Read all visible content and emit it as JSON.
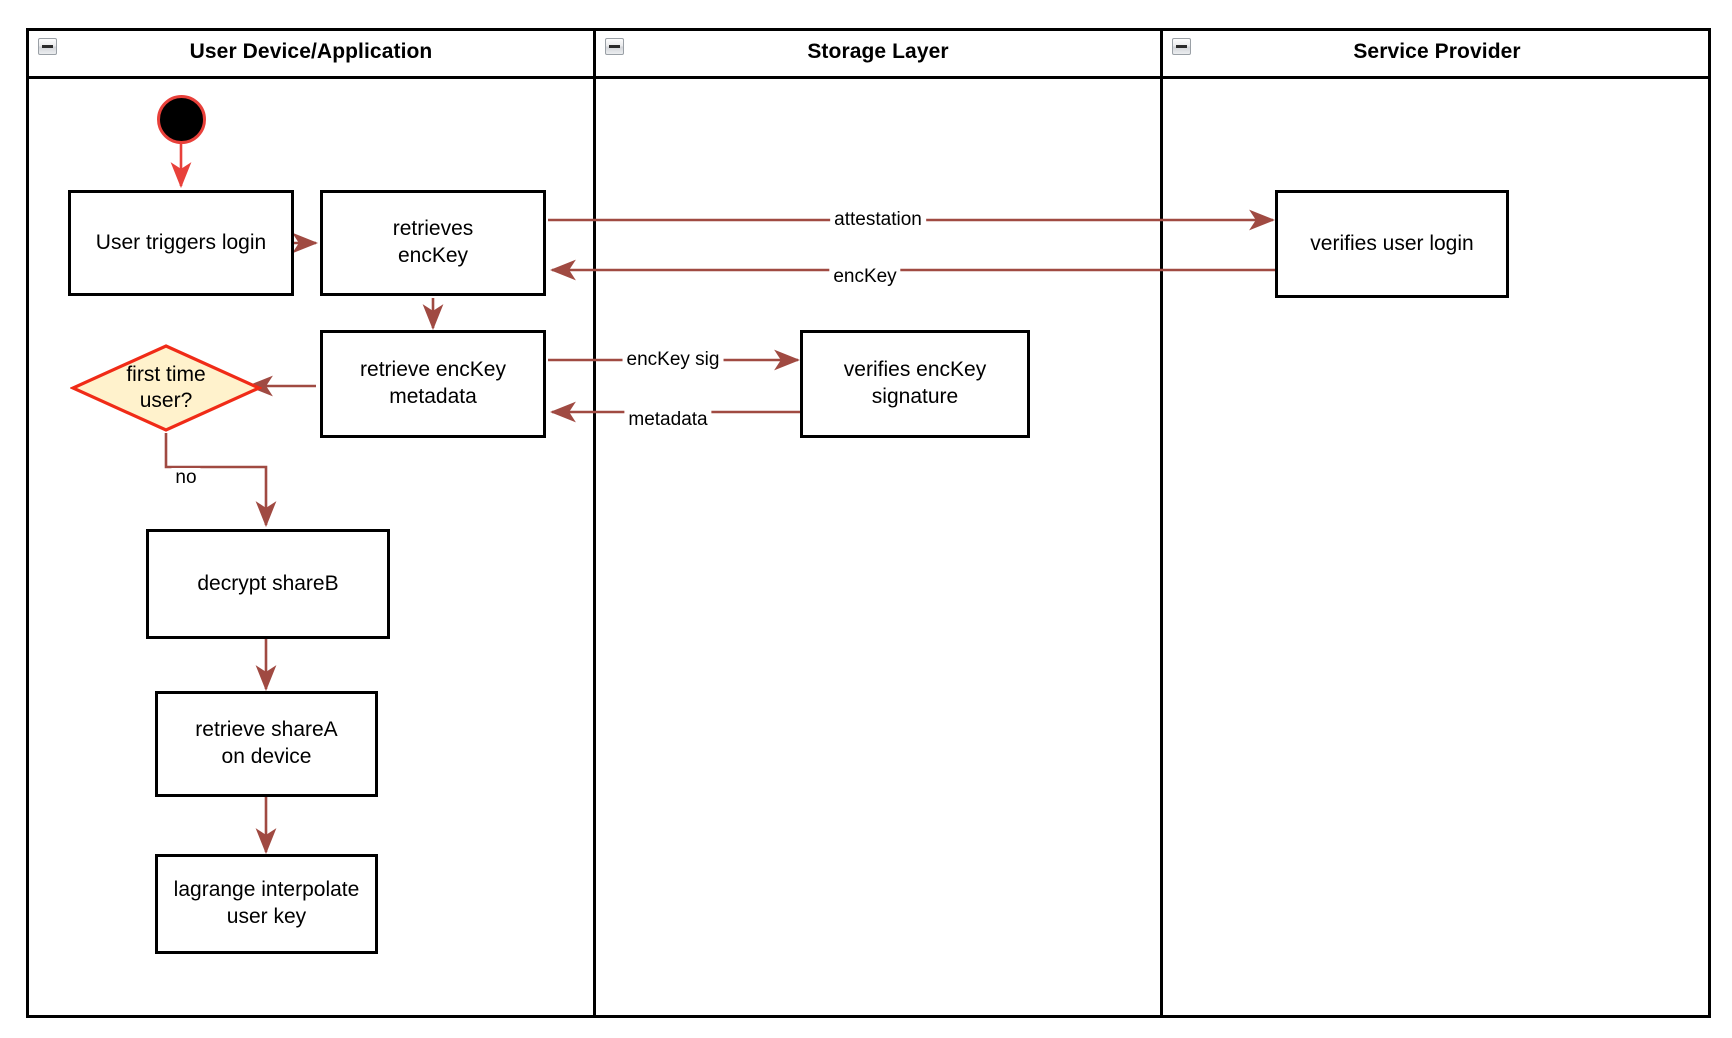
{
  "diagram": {
    "type": "swimlane-activity-diagram",
    "accent_arrow_color": "#a04a42",
    "start_node_border_color": "#e8403a",
    "decision_fill_color": "#fff2cc",
    "decision_stroke_color": "#f02b17",
    "node_stroke_color": "#000000",
    "lanes": [
      {
        "id": "user",
        "title": "User Device/Application",
        "collapse_icon": "minus-icon"
      },
      {
        "id": "storage",
        "title": "Storage Layer",
        "collapse_icon": "minus-icon"
      },
      {
        "id": "service",
        "title": "Service Provider",
        "collapse_icon": "minus-icon"
      }
    ],
    "nodes": [
      {
        "id": "start",
        "lane": "user",
        "shape": "start-circle",
        "label": ""
      },
      {
        "id": "user-login",
        "lane": "user",
        "shape": "rect",
        "label": "User triggers login"
      },
      {
        "id": "retrieves-enckey",
        "lane": "user",
        "shape": "rect",
        "label": "retrieves\nencKey"
      },
      {
        "id": "retrieve-meta",
        "lane": "user",
        "shape": "rect",
        "label": "retrieve encKey\nmetadata"
      },
      {
        "id": "first-time-user",
        "lane": "user",
        "shape": "diamond",
        "label": "first time\nuser?"
      },
      {
        "id": "decrypt-shareb",
        "lane": "user",
        "shape": "rect",
        "label": "decrypt shareB"
      },
      {
        "id": "retrieve-sharea",
        "lane": "user",
        "shape": "rect",
        "label": "retrieve shareA\non device"
      },
      {
        "id": "lagrange",
        "lane": "user",
        "shape": "rect",
        "label": "lagrange interpolate\nuser key"
      },
      {
        "id": "verifies-sig",
        "lane": "storage",
        "shape": "rect",
        "label": "verifies encKey\nsignature"
      },
      {
        "id": "verifies-login",
        "lane": "service",
        "shape": "rect",
        "label": "verifies user login"
      }
    ],
    "edges": [
      {
        "id": "e-start-login",
        "from": "start",
        "to": "user-login",
        "label": ""
      },
      {
        "id": "e-login-retrieves",
        "from": "user-login",
        "to": "retrieves-enckey",
        "label": ""
      },
      {
        "id": "e-attestation",
        "from": "retrieves-enckey",
        "to": "verifies-login",
        "label": "attestation"
      },
      {
        "id": "e-enckey",
        "from": "verifies-login",
        "to": "retrieves-enckey",
        "label": "encKey"
      },
      {
        "id": "e-retrieves-meta",
        "from": "retrieves-enckey",
        "to": "retrieve-meta",
        "label": ""
      },
      {
        "id": "e-enckey-sig",
        "from": "retrieve-meta",
        "to": "verifies-sig",
        "label": "encKey sig"
      },
      {
        "id": "e-metadata",
        "from": "verifies-sig",
        "to": "retrieve-meta",
        "label": "metadata"
      },
      {
        "id": "e-meta-decision",
        "from": "retrieve-meta",
        "to": "first-time-user",
        "label": ""
      },
      {
        "id": "e-decision-decrypt",
        "from": "first-time-user",
        "to": "decrypt-shareb",
        "label": "no"
      },
      {
        "id": "e-decrypt-sharea",
        "from": "decrypt-shareb",
        "to": "retrieve-sharea",
        "label": ""
      },
      {
        "id": "e-sharea-lagrange",
        "from": "retrieve-sharea",
        "to": "lagrange",
        "label": ""
      }
    ]
  }
}
